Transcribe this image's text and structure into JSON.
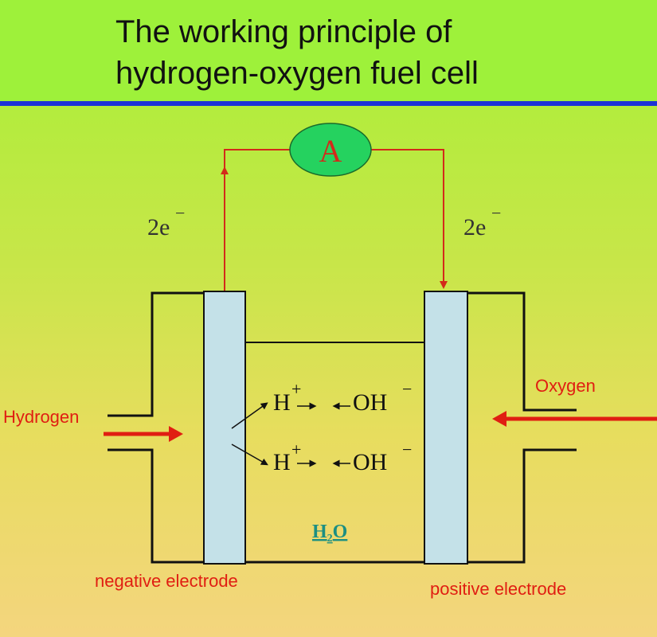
{
  "title_line1": "The working principle of",
  "title_line2": "hydrogen-oxygen fuel cell",
  "ammeter": {
    "label": "A"
  },
  "electrons": {
    "left": "2e",
    "right": "2e",
    "charge": "−"
  },
  "ions": {
    "h": "H",
    "h_charge": "+",
    "oh": "OH",
    "oh_charge": "−"
  },
  "product": "H2O",
  "product_main": "H",
  "product_sub": "2",
  "product_end": "O",
  "inputs": {
    "left": "Hydrogen",
    "right": "Oxygen"
  },
  "electrodes": {
    "negative": "negative electrode",
    "positive": "positive electrode"
  },
  "colors": {
    "header_bg": "#9ef13a",
    "divider": "#1d33d6",
    "wire": "#d32a1a",
    "electrode": "#c4e1e8",
    "ammeter_fill": "#25d25f",
    "label_red": "#e01e12",
    "product_text": "#1c8f82"
  }
}
